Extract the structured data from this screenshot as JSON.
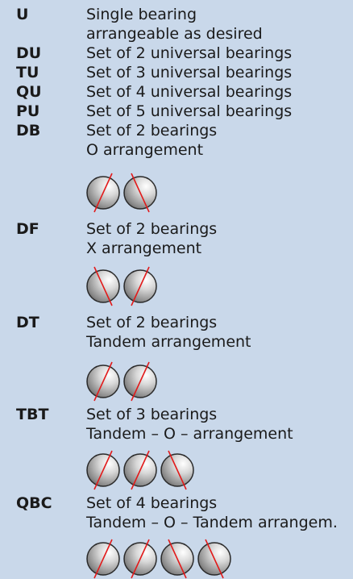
{
  "colors": {
    "background": "#c9d8ea",
    "ball_outline": "#2a2a2a",
    "contact_line": "#e21a1a"
  },
  "entries": [
    {
      "code": "U",
      "lines": [
        "Single bearing",
        "arrangeable as desired"
      ],
      "balls": []
    },
    {
      "code": "DU",
      "lines": [
        "Set of 2 universal bearings"
      ],
      "balls": []
    },
    {
      "code": "TU",
      "lines": [
        "Set of 3 universal bearings"
      ],
      "balls": []
    },
    {
      "code": "QU",
      "lines": [
        "Set of 4 universal bearings"
      ],
      "balls": []
    },
    {
      "code": "PU",
      "lines": [
        "Set of 5 universal bearings"
      ],
      "balls": []
    },
    {
      "code": "DB",
      "lines": [
        "Set of 2 bearings",
        "O  arrangement"
      ],
      "balls": [
        "slash",
        "backslash"
      ]
    },
    {
      "code": "DF",
      "lines": [
        "Set of 2 bearings",
        "X  arrangement"
      ],
      "balls": [
        "backslash",
        "slash"
      ]
    },
    {
      "code": "DT",
      "lines": [
        "Set of 2 bearings",
        "Tandem arrangement"
      ],
      "balls": [
        "slash",
        "slash"
      ]
    },
    {
      "code": "TBT",
      "lines": [
        "Set of 3 bearings",
        "Tandem – O – arrangement"
      ],
      "balls": [
        "slash",
        "slash",
        "backslash"
      ]
    },
    {
      "code": "QBC",
      "lines": [
        "Set of 4 bearings",
        "Tandem – O – Tandem arrangem."
      ],
      "balls": [
        "slash",
        "slash",
        "backslash",
        "backslash"
      ]
    }
  ]
}
